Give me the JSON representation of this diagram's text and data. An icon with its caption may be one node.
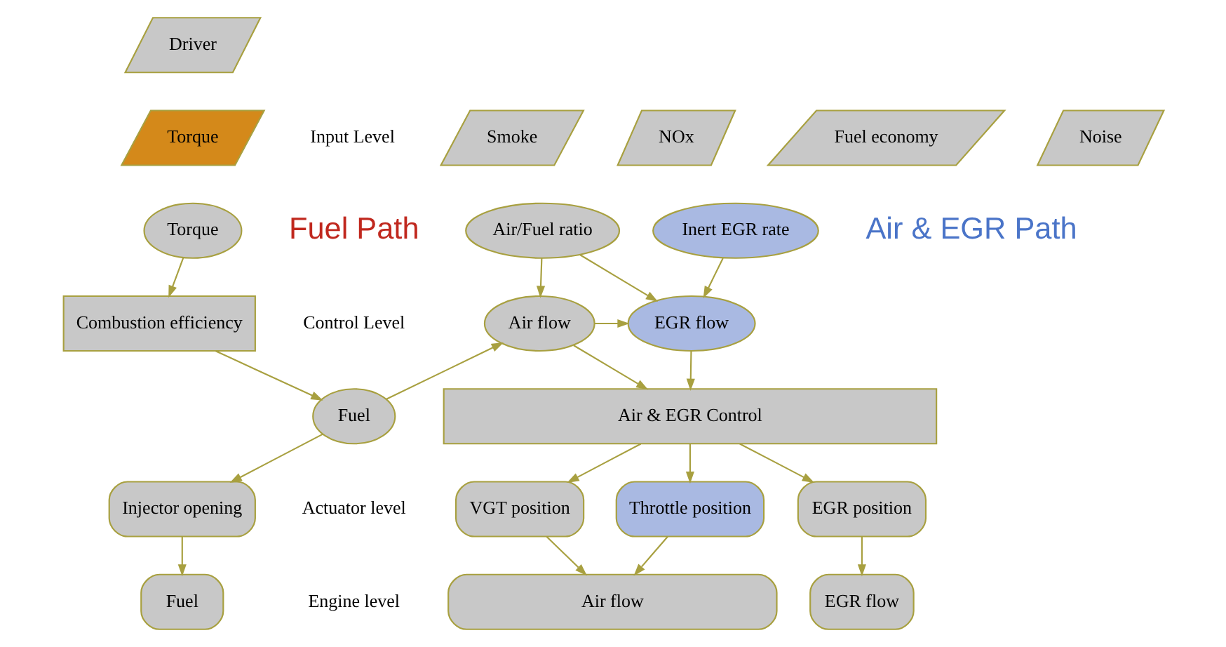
{
  "diagram": {
    "nodes": [
      {
        "text": [
          "Driver"
        ]
      },
      {
        "text": [
          "Torque"
        ]
      },
      {
        "text": [
          "Smoke"
        ]
      },
      {
        "text": [
          "NOx"
        ]
      },
      {
        "text": [
          "Fuel economy"
        ]
      },
      {
        "text": [
          "Noise"
        ]
      },
      {
        "text": [
          "Torque"
        ]
      },
      {
        "text": [
          "Air/Fuel ratio"
        ]
      },
      {
        "text": [
          "Inert EGR rate"
        ]
      },
      {
        "text": [
          "Combustion efficiency"
        ]
      },
      {
        "text": [
          "Air flow"
        ]
      },
      {
        "text": [
          "EGR flow"
        ]
      },
      {
        "text": [
          "Fuel"
        ]
      },
      {
        "text": [
          "Air & EGR Control"
        ]
      },
      {
        "text": [
          "Injector opening"
        ]
      },
      {
        "text": [
          "VGT position"
        ]
      },
      {
        "text": [
          "Throttle position"
        ]
      },
      {
        "text": [
          "EGR position"
        ]
      },
      {
        "text": [
          "Fuel"
        ]
      },
      {
        "text": [
          "Air flow"
        ]
      },
      {
        "text": [
          "EGR flow"
        ]
      }
    ],
    "edges": [
      {
        "from": 6,
        "to": 9,
        "arrow": "to"
      },
      {
        "from": 9,
        "to": 12,
        "arrow": "to"
      },
      {
        "from": 12,
        "to": 10,
        "arrow": "to"
      },
      {
        "from": 7,
        "to": 10,
        "arrow": "to"
      },
      {
        "from": 7,
        "to": 11,
        "arrow": "to"
      },
      {
        "from": 10,
        "to": 11,
        "arrow": "to"
      },
      {
        "from": 8,
        "to": 11,
        "arrow": "to"
      },
      {
        "from": 10,
        "to": 13,
        "arrow": "to"
      },
      {
        "from": 11,
        "to": 13,
        "arrow": "to"
      },
      {
        "from": 12,
        "to": 14,
        "arrow": "to"
      },
      {
        "from": 13,
        "to": 15,
        "arrow": "to"
      },
      {
        "from": 13,
        "to": 16,
        "arrow": "to"
      },
      {
        "from": 13,
        "to": 17,
        "arrow": "to"
      },
      {
        "from": 14,
        "to": 18,
        "arrow": "to"
      },
      {
        "from": 15,
        "to": 19,
        "arrow": "to"
      },
      {
        "from": 16,
        "to": 19,
        "arrow": "to"
      },
      {
        "from": 17,
        "to": 20,
        "arrow": "to"
      }
    ],
    "labels": [
      "Input Level",
      "Fuel Path",
      "Air & EGR Path",
      "Control Level",
      "Actuator level",
      "Engine level"
    ]
  }
}
